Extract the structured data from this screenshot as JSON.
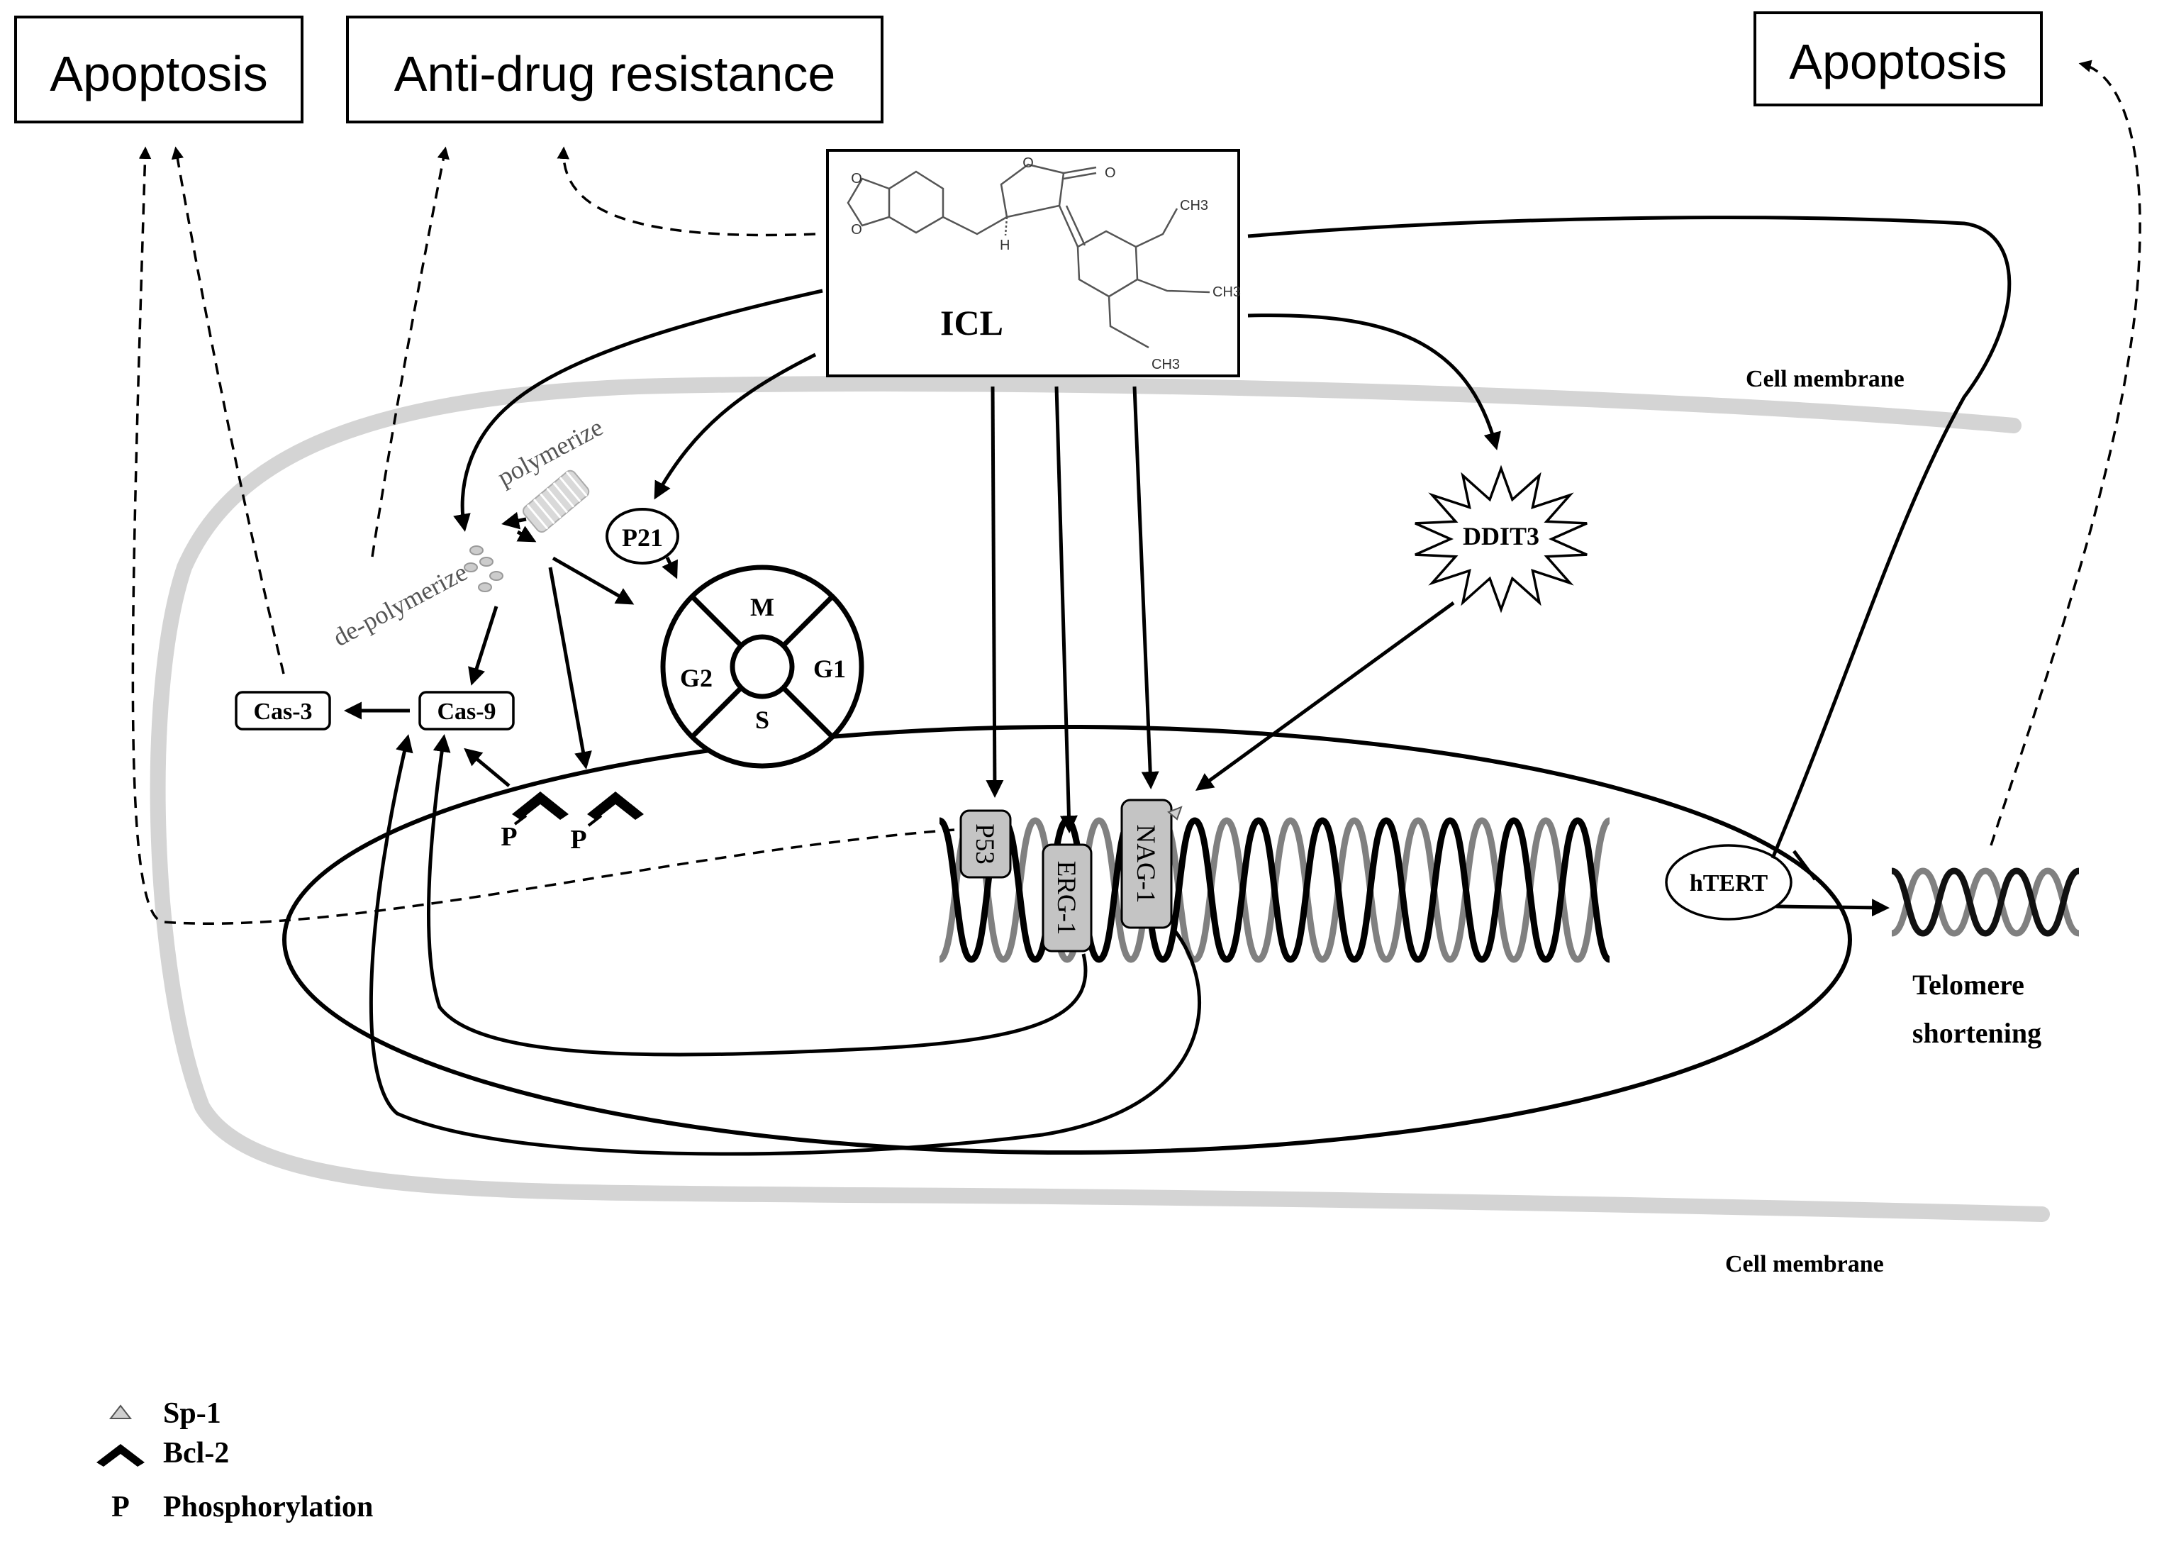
{
  "outcomes": {
    "apoptosis_left": "Apoptosis",
    "anti_drug_resistance": "Anti-drug resistance",
    "apoptosis_right": "Apoptosis"
  },
  "compound": {
    "name": "ICL",
    "atoms": {
      "o_ring": "O",
      "o_carbonyl": "O",
      "h": "H",
      "och3": "CH3",
      "o": "O"
    }
  },
  "membrane": {
    "top_label": "Cell membrane",
    "bottom_label": "Cell membrane"
  },
  "microtubule": {
    "polymerize": "polymerize",
    "depolymerize": "de-polymerize"
  },
  "nodes": {
    "p21": "P21",
    "ddit3": "DDIT3",
    "cas3": "Cas-3",
    "cas9": "Cas-9",
    "htert": "hTERT",
    "phospho_1": "P",
    "phospho_2": "P"
  },
  "cell_cycle": {
    "m": "M",
    "g1": "G1",
    "s": "S",
    "g2": "G2"
  },
  "genes": {
    "p53": "P53",
    "erg1": "ERG-1",
    "nag1": "NAG-1"
  },
  "telomere": {
    "line1": "Telomere",
    "line2": "shortening"
  },
  "legend": {
    "sp1": "Sp-1",
    "bcl2": "Bcl-2",
    "p_symbol": "P",
    "phosphorylation": "Phosphorylation"
  },
  "colors": {
    "membrane": "#d4d4d4",
    "dna_dark": "#000000",
    "dna_gray": "#808080",
    "gene_box": "#c4c4c4"
  }
}
